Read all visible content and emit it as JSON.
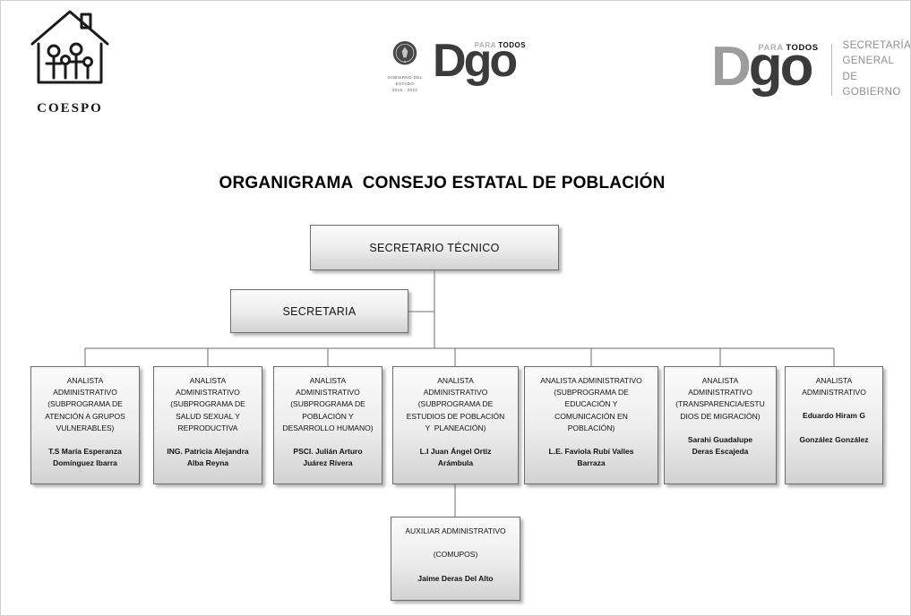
{
  "header": {
    "coespo": {
      "label": "COESPO"
    },
    "state_logo": {
      "seal_caption": "GOBIERNO DEL ESTADO\n2016 - 2022",
      "dgo_d": "D",
      "dgo_go": "go",
      "tagline_light": "PARA ",
      "tagline_bold": "TODOS"
    },
    "sgg_logo": {
      "dgo_d": "D",
      "dgo_go": "go",
      "tagline_light": "PARA ",
      "tagline_bold": "TODOS",
      "department": "SECRETARÍA\nGENERAL DE\nGOBIERNO"
    }
  },
  "title": "ORGANIGRAMA  CONSEJO ESTATAL DE POBLACIÓN",
  "chart": {
    "root": "SECRETARIO TÉCNICO",
    "secretary": "SECRETARIA",
    "children": [
      {
        "title": "ANALISTA\nADMINISTRATIVO\n(SUBPROGRAMA DE\nATENCIÓN A GRUPOS\nVULNERABLES)",
        "name": "T.S María Esperanza\nDomínguez Ibarra"
      },
      {
        "title": "ANALISTA\nADMINISTRATIVO\n(SUBPROGRAMA DE\nSALUD SEXUAL Y\nREPRODUCTIVA",
        "name": "ING. Patricia Alejandra\nAlba Reyna"
      },
      {
        "title": "ANALISTA\nADMINISTRATIVO\n(SUBPROGRAMA DE\nPOBLACIÓN Y\nDESARROLLO HUMANO)",
        "name": "PSCI. Julián Arturo\nJuárez Rivera"
      },
      {
        "title": "ANALISTA\nADMINISTRATIVO\n(SUBPROGRAMA DE\nESTUDIOS DE POBLACIÓN\nY  PLANEACIÓN)",
        "name": "L.I Juan Ángel Ortiz\nArámbula"
      },
      {
        "title": "ANALISTA ADMINISTRATIVO\n(SUBPROGRAMA DE\nEDUCACIÓN Y\nCOMUNICACIÓN EN\nPOBLACIÓN)",
        "name": "L.E. Faviola Rubí Valles\nBarraza"
      },
      {
        "title": "ANALISTA\nADMINISTRATIVO\n(TRANSPARENCIA/ESTU\nDIOS DE MIGRACIÓN)",
        "name": "Sarahi Guadalupe\nDeras Escajeda"
      },
      {
        "title": "ANALISTA\nADMINISTRATIVO",
        "name": "Eduardo Hiram G\n\nGonzález González"
      }
    ],
    "auxiliary": {
      "title": "AUXILIAR ADMINISTRATIVO\n\n(COMUPOS)",
      "name": "Jaime Deras Del Alto"
    }
  }
}
